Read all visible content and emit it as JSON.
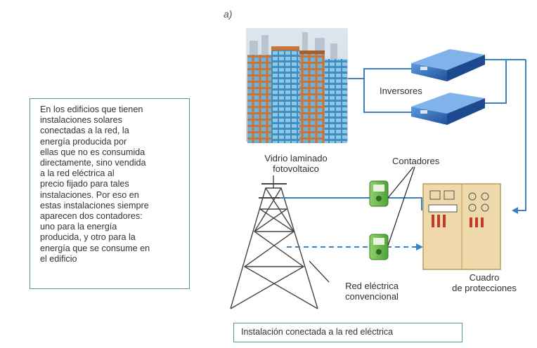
{
  "panel_label": "a)",
  "description_text": "En los edificios que tienen\ninstalaciones solares\nconectadas a la red, la\nenergía producida por\nellas que no es consumida\ndirectamente, sino vendida\na la red eléctrica al\nprecio fijado para tales\ninstalaciones. Por eso en\nestas instalaciones siempre\naparecen dos contadores:\nuno para la energía\nproducida, y otro para la\nenergía que se consume en\nel edificio",
  "labels": {
    "inversores": "Inversores",
    "vidrio_line1": "Vidrio laminado",
    "vidrio_line2": "fotovoltaico",
    "contadores": "Contadores",
    "red_line1": "Red eléctrica",
    "red_line2": "convencional",
    "cuadro_line1": "Cuadro",
    "cuadro_line2": "de protecciones"
  },
  "caption": "Instalación conectada a la red eléctrica",
  "colors": {
    "border_teal": "#4e9a8f",
    "building_orange": "#c8743a",
    "glass_blue": "#5aa6d0",
    "inverter_blue": "#2f6fc0",
    "meter_green": "#6cbf52",
    "panel_beige": "#efd9aa",
    "wire_blue": "#3b7fc4",
    "tower_gray": "#555555"
  }
}
